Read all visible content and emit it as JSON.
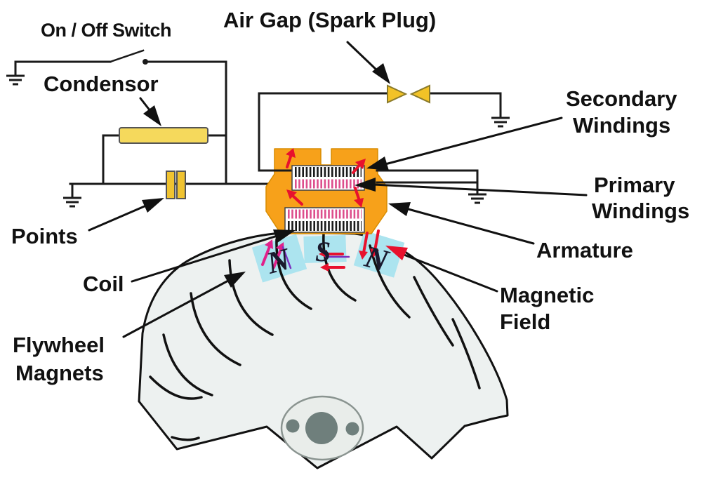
{
  "labels": {
    "on_off_switch": "On / Off Switch",
    "air_gap": "Air Gap (Spark Plug)",
    "condensor": "Condensor",
    "secondary_windings": [
      "Secondary",
      "Windings"
    ],
    "primary_windings": [
      "Primary",
      "Windings"
    ],
    "armature": "Armature",
    "points": "Points",
    "coil": "Coil",
    "magnetic_field": [
      "Magnetic",
      "Field"
    ],
    "flywheel_magnets": [
      "Flywheel",
      "Magnets"
    ]
  },
  "magnet_poles": {
    "left": "N",
    "center": "S",
    "right": "N"
  },
  "colors": {
    "armature_orange": "#F7A11A",
    "component_yellow": "#F5D95C",
    "points_yellow": "#F0C330",
    "spark_gold": "#F2C227",
    "magnet_cyan": "#ACE4EF",
    "flywheel_gray": "#EDF1F0",
    "hub_light": "#E9EDEA",
    "hub_dark": "#6F7F7C",
    "wire_black": "#1a1a1a",
    "flux_red": "#E8112D",
    "flux_magenta": "#E0218A",
    "flux_purple": "#7B2FBE",
    "winding_primary_pink": "#DD4E8C",
    "winding_secondary_black": "#1a1a1a"
  }
}
